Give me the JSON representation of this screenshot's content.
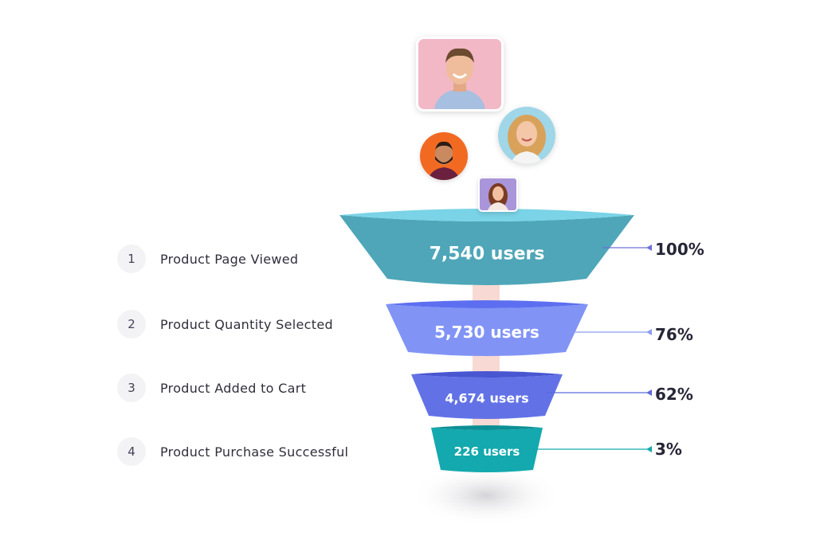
{
  "chart_data": {
    "type": "funnel",
    "stages": [
      {
        "step": "1",
        "label": "Product Page Viewed",
        "value_label": "7,540 users",
        "users": 7540,
        "percent_label": "100%",
        "percent": 100,
        "color": "#4ea6b8",
        "top_color": "#7ad3e6"
      },
      {
        "step": "2",
        "label": "Product Quantity Selected",
        "value_label": "5,730 users",
        "users": 5730,
        "percent_label": "76%",
        "percent": 76,
        "color": "#8194f5",
        "top_color": "#5d6ff0"
      },
      {
        "step": "3",
        "label": "Product Added to Cart",
        "value_label": "4,674 users",
        "users": 4674,
        "percent_label": "62%",
        "percent": 62,
        "color": "#6272e6",
        "top_color": "#4856d1"
      },
      {
        "step": "4",
        "label": "Product Purchase Successful",
        "value_label": "226 users",
        "users": 226,
        "percent_label": "3%",
        "percent": 3,
        "color": "#13a9ae",
        "top_color": "#0c8f94"
      }
    ]
  },
  "avatars": [
    {
      "name": "man-smiling-avatar",
      "bg": "#f2b8c6",
      "shape": "rounded-square"
    },
    {
      "name": "woman-curly-hair-avatar",
      "bg": "#9fd6e8",
      "shape": "circle"
    },
    {
      "name": "man-beard-avatar",
      "bg": "#f26a22",
      "shape": "circle"
    },
    {
      "name": "woman-small-avatar",
      "bg": "#a995d9",
      "shape": "rounded-square"
    }
  ]
}
